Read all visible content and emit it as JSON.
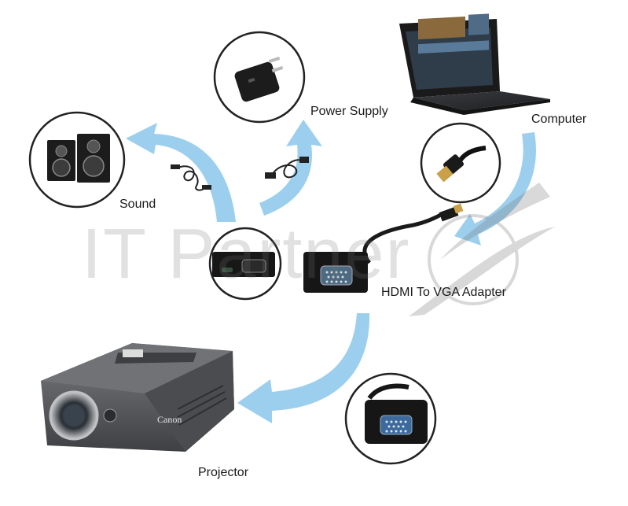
{
  "labels": {
    "power_supply": "Power Supply",
    "computer": "Computer",
    "sound": "Sound",
    "adapter": "HDMI To VGA Adapter",
    "projector": "Projector"
  },
  "watermark": {
    "text": "IT Partner"
  },
  "projector_brand": "Canon",
  "colors": {
    "arrow": "#9ccfee",
    "arrow_dark": "#7fbde6",
    "device_dark": "#2b2b2b",
    "projector_body": "#5e6063",
    "circle_border": "#222222"
  },
  "icons": [
    "power-adapter-icon",
    "laptop-icon",
    "speakers-icon",
    "hdmi-plug-icon",
    "usb-cable-icon",
    "audio-cable-icon",
    "vga-adapter-icon",
    "projector-icon",
    "logo-icon"
  ]
}
